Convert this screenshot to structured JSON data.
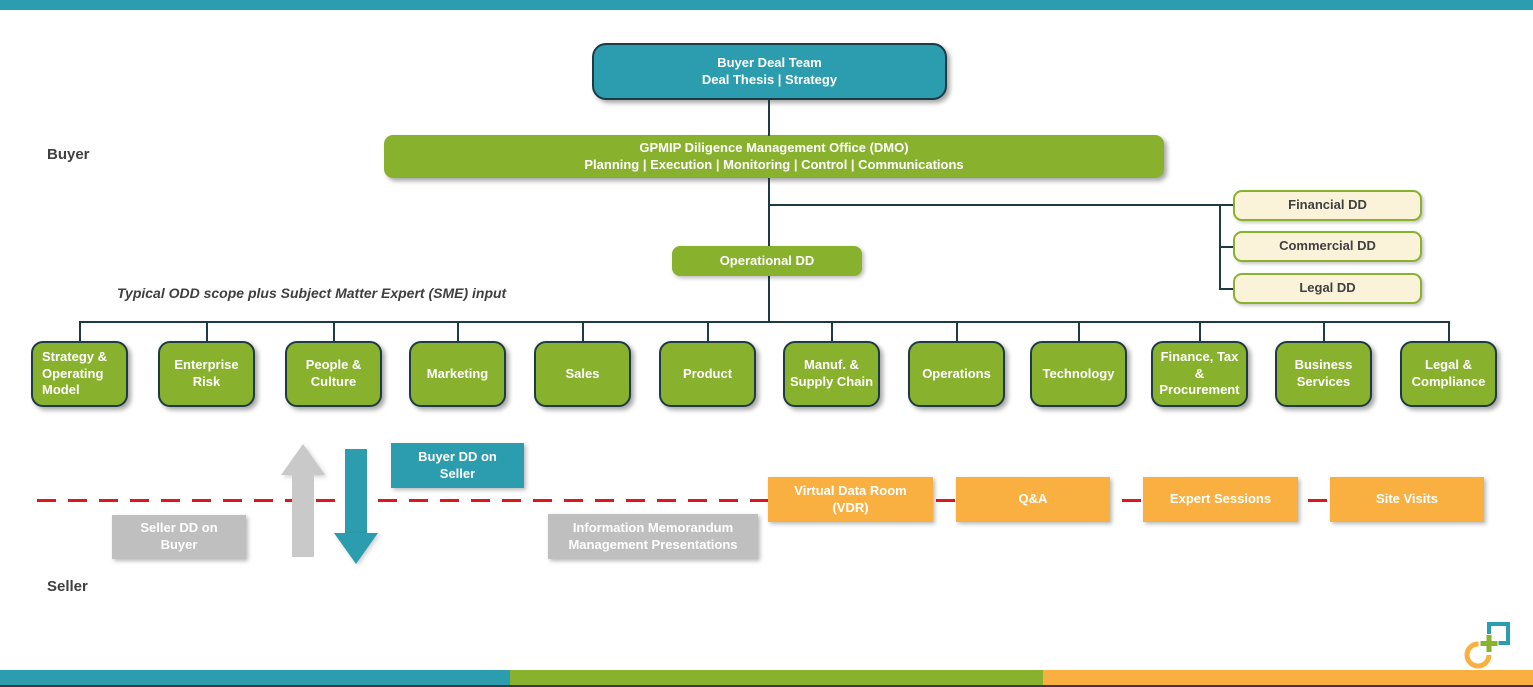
{
  "labels": {
    "buyer": "Buyer",
    "seller": "Seller",
    "caption": "Typical ODD scope plus Subject Matter Expert (SME) input"
  },
  "org": {
    "deal_team": {
      "line1": "Buyer Deal Team",
      "line2": "Deal Thesis | Strategy"
    },
    "dmo": {
      "line1": "GPMIP Diligence Management Office (DMO)",
      "line2": "Planning | Execution | Monitoring | Control | Communications"
    },
    "operational_dd": "Operational DD",
    "side_dd": [
      "Financial DD",
      "Commercial DD",
      "Legal DD"
    ],
    "workstreams": [
      "Strategy &\nOperating\nModel",
      "Enterprise\nRisk",
      "People &\nCulture",
      "Marketing",
      "Sales",
      "Product",
      "Manuf. &\nSupply Chain",
      "Operations",
      "Technology",
      "Finance, Tax\n&\nProcurement",
      "Business\nServices",
      "Legal &\nCompliance"
    ]
  },
  "exchange": {
    "buyer_dd": "Buyer DD on\nSeller",
    "seller_dd": "Seller DD on\nBuyer",
    "info_memo": "Information Memorandum\nManagement Presentations",
    "vdr": "Virtual Data Room\n(VDR)",
    "qna": "Q&A",
    "expert_sessions": "Expert Sessions",
    "site_visits": "Site Visits"
  },
  "colors": {
    "teal": "#2C9DAE",
    "green": "#88B22D",
    "orange": "#F9B040",
    "gray": "#BFBFBF",
    "cream": "#FBF2DA",
    "red_dash": "#E0161F",
    "connector_dark": "#1E3A46"
  }
}
